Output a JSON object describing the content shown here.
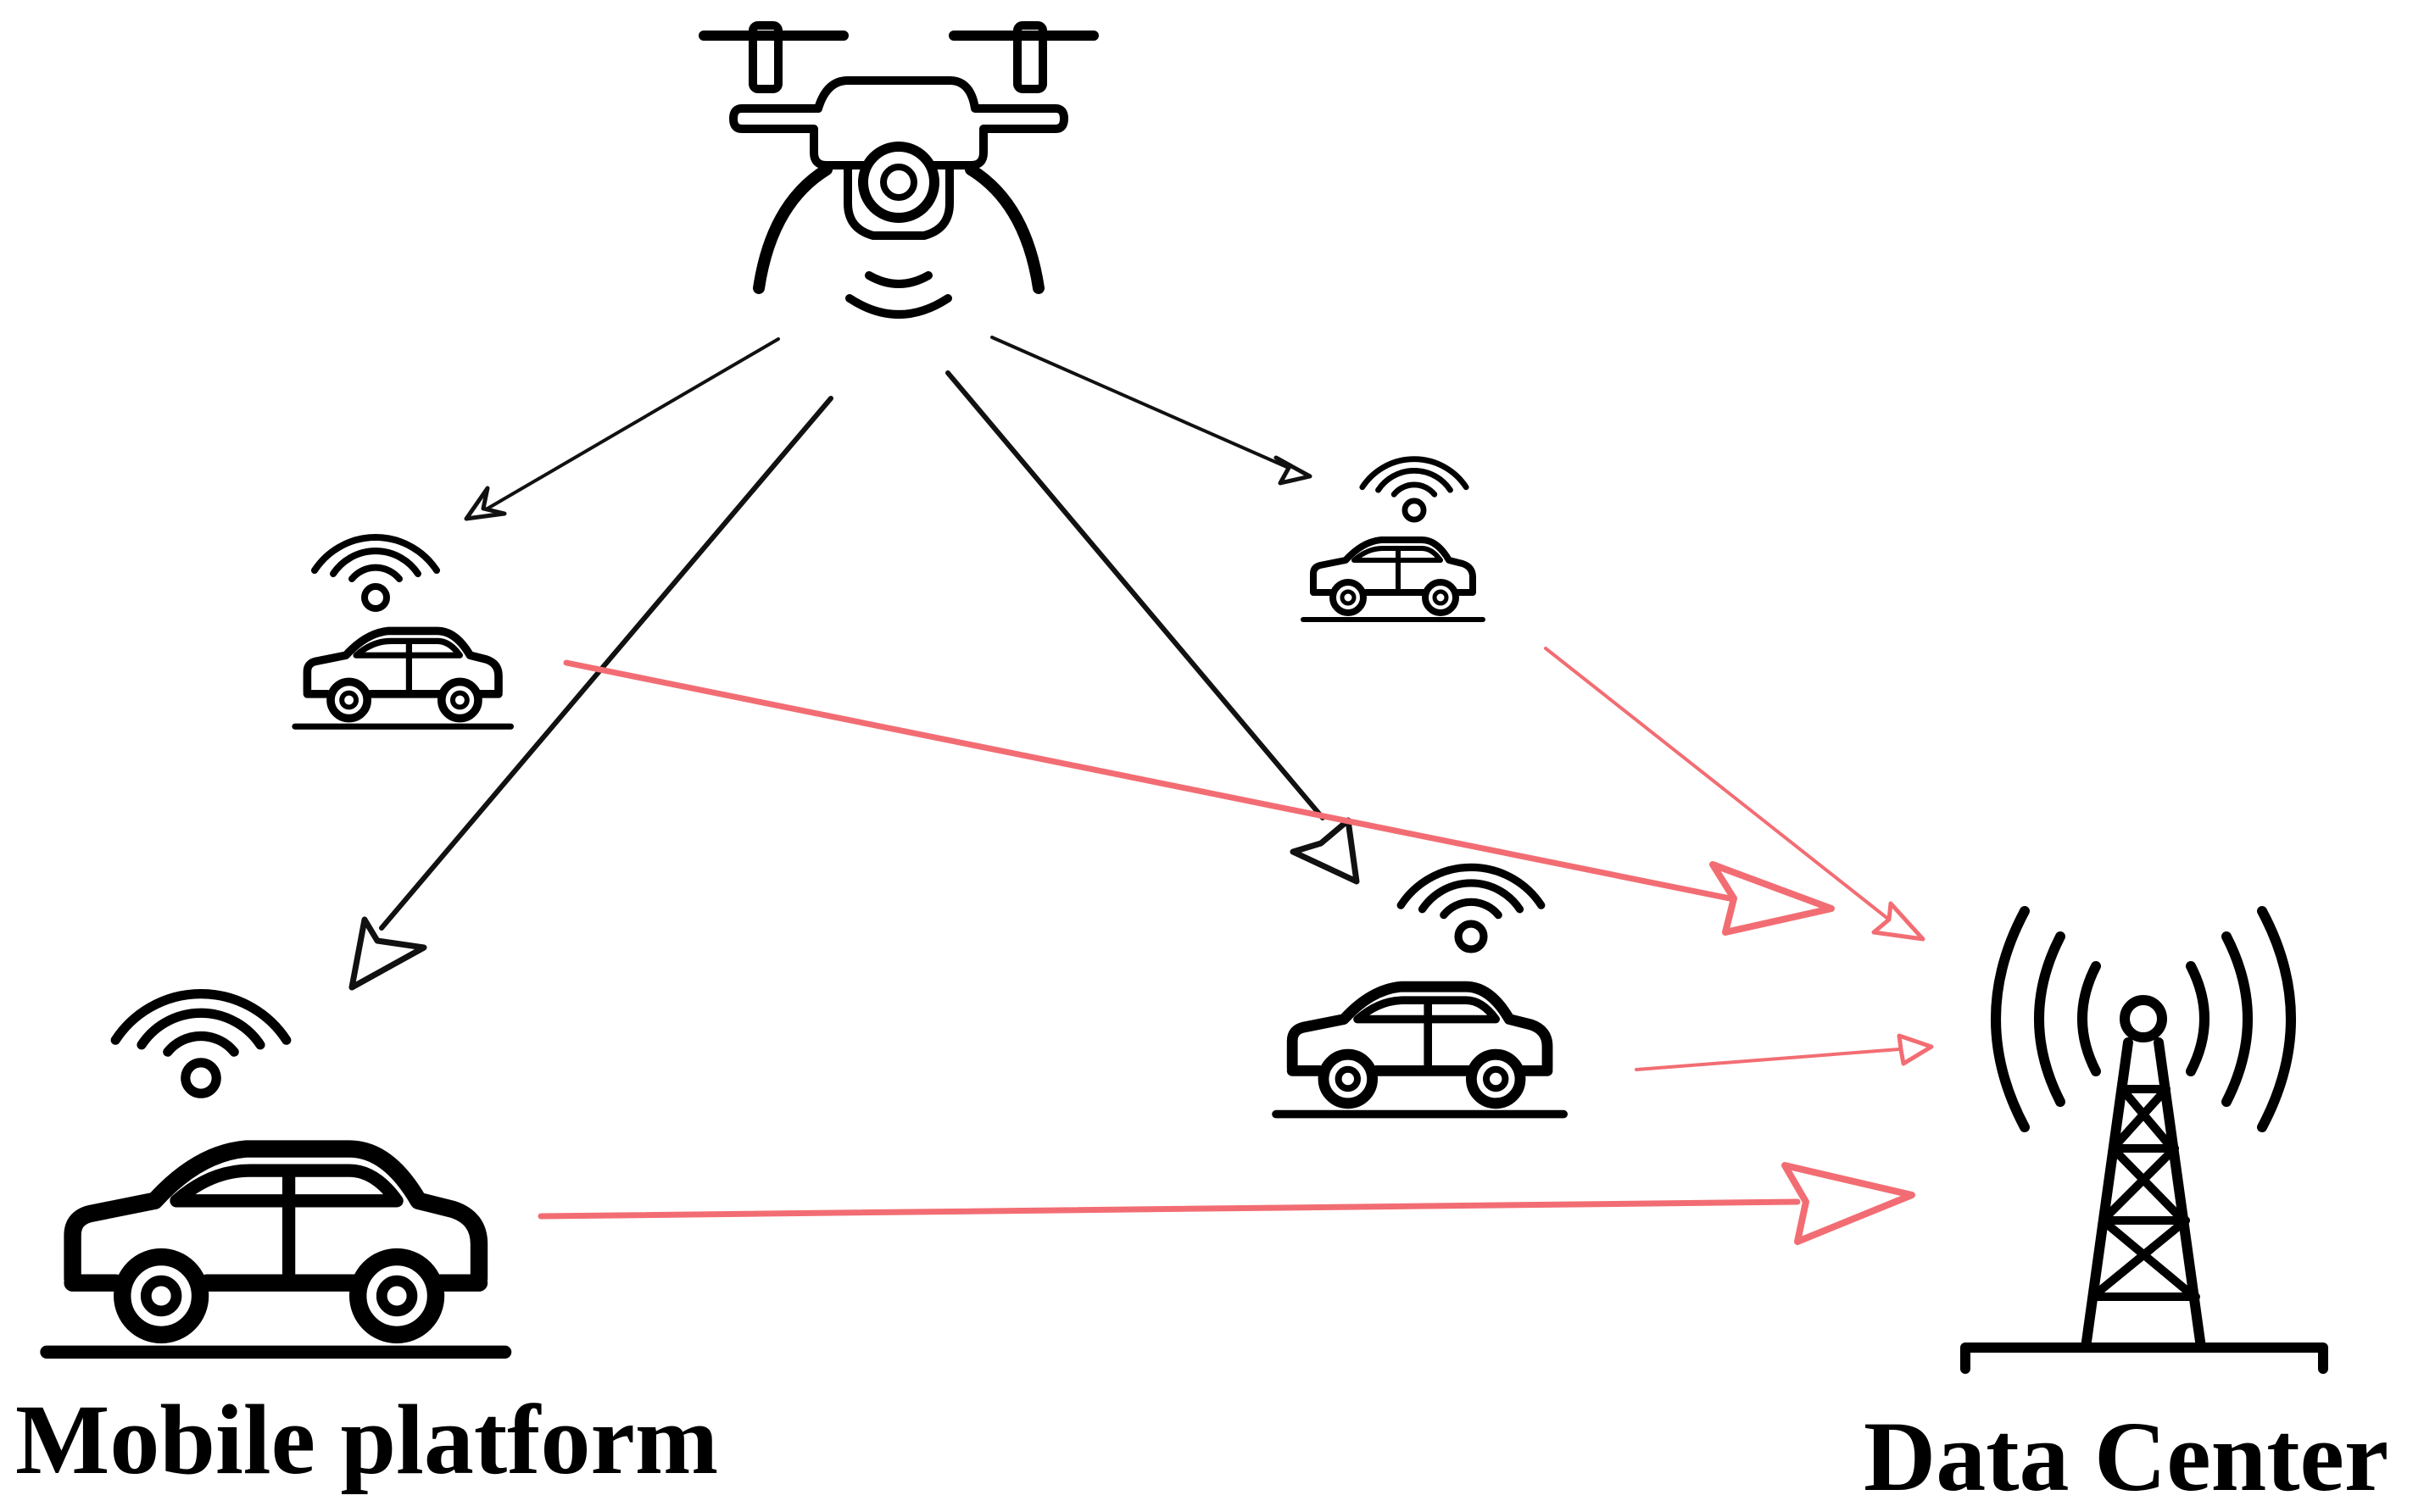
{
  "labels": {
    "mobile_platform": "Mobile platform",
    "data_center": "Data Center"
  },
  "nodes": [
    {
      "id": "drone",
      "icon": "drone-icon"
    },
    {
      "id": "car-upper-left",
      "icon": "car-icon"
    },
    {
      "id": "car-upper-right",
      "icon": "car-icon"
    },
    {
      "id": "car-middle",
      "icon": "car-icon"
    },
    {
      "id": "car-lower-left",
      "icon": "car-icon"
    },
    {
      "id": "data-center",
      "icon": "cell-tower-icon"
    }
  ],
  "links": [
    {
      "from": "drone",
      "to": "car-upper-left",
      "kind": "drone-link"
    },
    {
      "from": "drone",
      "to": "car-lower-left",
      "kind": "drone-link"
    },
    {
      "from": "drone",
      "to": "car-middle",
      "kind": "drone-link"
    },
    {
      "from": "drone",
      "to": "car-upper-right",
      "kind": "drone-link"
    },
    {
      "from": "car-upper-left",
      "to": "data-center",
      "kind": "uplink"
    },
    {
      "from": "car-upper-right",
      "to": "data-center",
      "kind": "uplink"
    },
    {
      "from": "car-middle",
      "to": "data-center",
      "kind": "uplink"
    },
    {
      "from": "car-lower-left",
      "to": "data-center",
      "kind": "uplink"
    }
  ],
  "colors": {
    "icon_stroke": "#000000",
    "drone_link": "#111111",
    "uplink": "#f26d73",
    "background": "#ffffff"
  }
}
